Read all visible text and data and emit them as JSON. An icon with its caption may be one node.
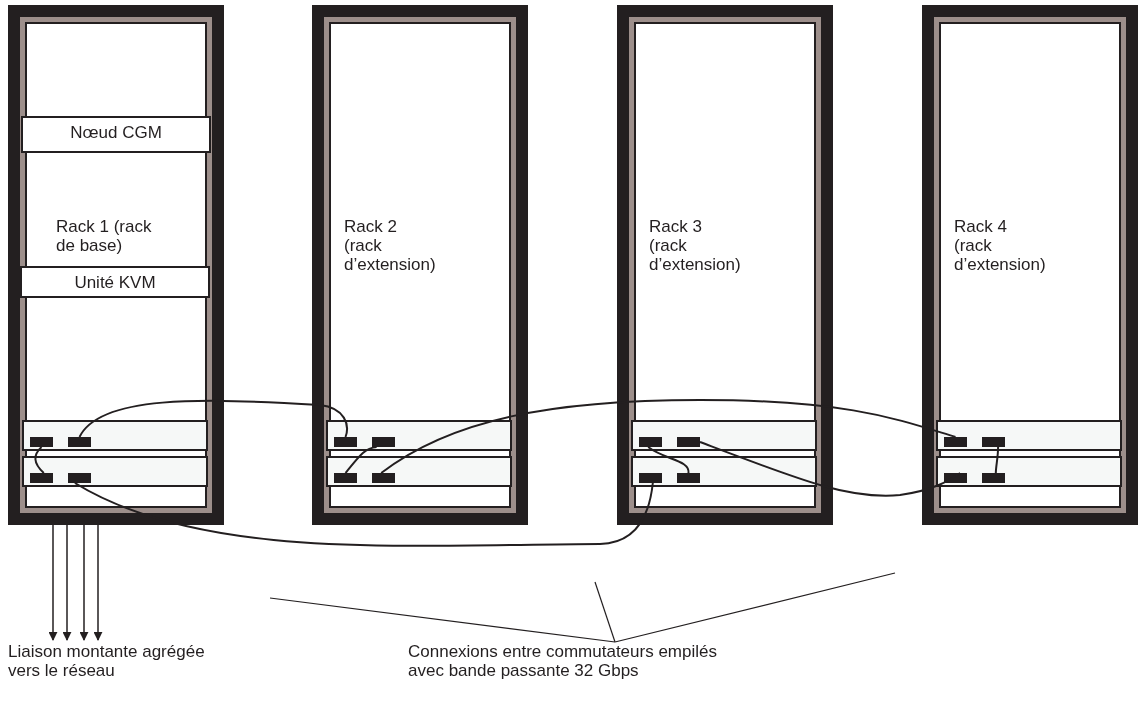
{
  "diagram": {
    "nodes": [
      {
        "text": [
          "Rack 1 (rack de base)"
        ]
      },
      {
        "text": [
          "Nœud CGM"
        ],
        "in": 0
      },
      {
        "text": [
          "Unité KVM"
        ],
        "in": 0
      },
      {
        "text": [],
        "shape": "box",
        "in": 0
      },
      {
        "text": [],
        "shape": "bar",
        "in": 3
      },
      {
        "text": [],
        "shape": "bar",
        "in": 3
      },
      {
        "text": [],
        "shape": "box",
        "in": 0
      },
      {
        "text": [],
        "shape": "bar",
        "in": 6
      },
      {
        "text": [],
        "shape": "bar",
        "in": 6
      },
      {
        "text": [
          "Rack 2 (rack d’extension)"
        ]
      },
      {
        "text": [],
        "shape": "box",
        "in": 9
      },
      {
        "text": [],
        "shape": "bar",
        "in": 10
      },
      {
        "text": [],
        "shape": "bar",
        "in": 10
      },
      {
        "text": [],
        "shape": "box",
        "in": 9
      },
      {
        "text": [],
        "shape": "bar",
        "in": 13
      },
      {
        "text": [],
        "shape": "bar",
        "in": 13
      },
      {
        "text": [
          "Rack 3 (rack d’extension)"
        ]
      },
      {
        "text": [],
        "shape": "box",
        "in": 16
      },
      {
        "text": [],
        "shape": "bar",
        "in": 17
      },
      {
        "text": [],
        "shape": "bar",
        "in": 17
      },
      {
        "text": [],
        "shape": "box",
        "in": 16
      },
      {
        "text": [],
        "shape": "bar",
        "in": 20
      },
      {
        "text": [],
        "shape": "bar",
        "in": 20
      },
      {
        "text": [
          "Rack 4 (rack d’extension)"
        ]
      },
      {
        "text": [],
        "shape": "box",
        "in": 23
      },
      {
        "text": [],
        "shape": "bar",
        "in": 24
      },
      {
        "text": [],
        "shape": "bar",
        "in": 24
      },
      {
        "text": [],
        "shape": "box",
        "in": 23
      },
      {
        "text": [],
        "shape": "bar",
        "in": 27
      },
      {
        "text": [],
        "shape": "bar",
        "in": 27
      },
      {
        "text": [
          "Liaison montante agrégée vers le réseau"
        ]
      },
      {
        "text": [
          "Connexions entre commutateurs empilés avec bande passante 32 Gbps"
        ]
      }
    ],
    "edges": [
      {
        "from": 4,
        "to": 7,
        "arrow": "none"
      },
      {
        "from": 5,
        "to": 11,
        "arrow": "none"
      },
      {
        "from": 8,
        "to": 21,
        "arrow": "none"
      },
      {
        "from": 14,
        "to": 12,
        "arrow": "none"
      },
      {
        "from": 15,
        "to": 25,
        "arrow": "none"
      },
      {
        "from": 18,
        "to": 22,
        "arrow": "none"
      },
      {
        "from": 19,
        "to": 28,
        "arrow": "none"
      },
      {
        "from": 26,
        "to": 29,
        "arrow": "none"
      },
      {
        "from": 0,
        "to": 30,
        "arrow": "to"
      },
      {
        "from": 0,
        "to": 30,
        "arrow": "to"
      },
      {
        "from": 0,
        "to": 30,
        "arrow": "to"
      },
      {
        "from": 0,
        "to": 30,
        "arrow": "to"
      },
      {
        "from": 31,
        "to": null,
        "arrow": "none"
      },
      {
        "from": 31,
        "to": null,
        "arrow": "none"
      },
      {
        "from": 31,
        "to": null,
        "arrow": "none"
      }
    ]
  }
}
